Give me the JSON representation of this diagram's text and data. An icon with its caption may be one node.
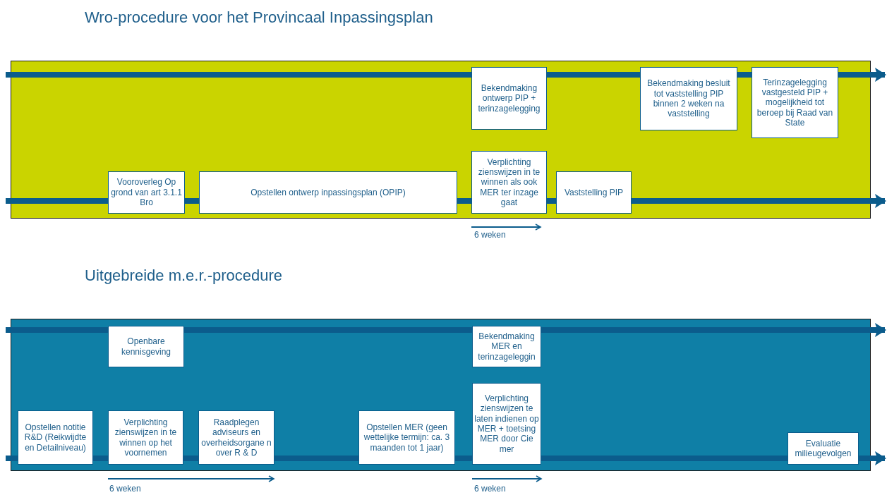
{
  "diagram": {
    "nodes": [
      {
        "text": [
          "Wro-procedure voor het Provincaal Inpassingsplan"
        ]
      },
      {
        "text": [
          "Bekendmaking ontwerp PIP + terinzagelegging"
        ],
        "in": 0
      },
      {
        "text": [
          "Bekendmaking besluit tot vaststelling PIP binnen 2 weken na vaststelling"
        ],
        "in": 0
      },
      {
        "text": [
          "Terinzagelegging vastgesteld PIP + mogelijkheid tot beroep bij Raad van State"
        ],
        "in": 0
      },
      {
        "text": [
          "Vooroverleg Op grond van art 3.1.1 Bro"
        ],
        "in": 0
      },
      {
        "text": [
          "Opstellen ontwerp inpassingsplan (OPIP)"
        ],
        "in": 0
      },
      {
        "text": [
          "Verplichting zienswijzen in te winnen als ook MER ter inzage gaat"
        ],
        "in": 0
      },
      {
        "text": [
          "Vaststelling PIP"
        ],
        "in": 0
      },
      {
        "text": [
          "Uitgebreide m.e.r.-procedure"
        ]
      },
      {
        "text": [
          "Openbare kennisgeving"
        ],
        "in": 8
      },
      {
        "text": [
          "Bekendmaking MER en terinzageleggin"
        ],
        "in": 8
      },
      {
        "text": [
          "Opstellen notitie R&D (Reikwijdte en Detailniveau)"
        ],
        "in": 8
      },
      {
        "text": [
          "Verplichting zienswijzen in te winnen op het voornemen"
        ],
        "in": 8
      },
      {
        "text": [
          "Raadplegen adviseurs en overheidsorgane n over R & D"
        ],
        "in": 8
      },
      {
        "text": [
          "Opstellen MER (geen wettelijke termijn: ca. 3 maanden tot 1 jaar)"
        ],
        "in": 8
      },
      {
        "text": [
          "Verplichting zienswijzen te laten indienen op MER + toetsing MER door Cie mer"
        ],
        "in": 8
      },
      {
        "text": [
          "Evaluatie milieugevolgen"
        ],
        "in": 8
      }
    ],
    "edges": [
      {
        "from": null,
        "to": 1,
        "arrow": "none"
      },
      {
        "from": 1,
        "to": 2,
        "arrow": "none"
      },
      {
        "from": 2,
        "to": 3,
        "arrow": "none"
      },
      {
        "from": 3,
        "to": null,
        "arrow": "to"
      },
      {
        "from": null,
        "to": 4,
        "arrow": "none"
      },
      {
        "from": 4,
        "to": 5,
        "arrow": "none"
      },
      {
        "from": 5,
        "to": 6,
        "arrow": "none"
      },
      {
        "from": 6,
        "to": 7,
        "arrow": "none"
      },
      {
        "from": 7,
        "to": null,
        "arrow": "to"
      },
      {
        "from": null,
        "to": 9,
        "arrow": "none"
      },
      {
        "from": 9,
        "to": 10,
        "arrow": "none"
      },
      {
        "from": 10,
        "to": null,
        "arrow": "to"
      },
      {
        "from": null,
        "to": 11,
        "arrow": "none"
      },
      {
        "from": 11,
        "to": 12,
        "arrow": "none"
      },
      {
        "from": 12,
        "to": 13,
        "arrow": "none"
      },
      {
        "from": 13,
        "to": 14,
        "arrow": "none"
      },
      {
        "from": 14,
        "to": 15,
        "arrow": "none"
      },
      {
        "from": 15,
        "to": 16,
        "arrow": "none"
      },
      {
        "from": 16,
        "to": null,
        "arrow": "to"
      }
    ],
    "labels": [
      "6 weken",
      "6 weken",
      "6 weken"
    ]
  }
}
